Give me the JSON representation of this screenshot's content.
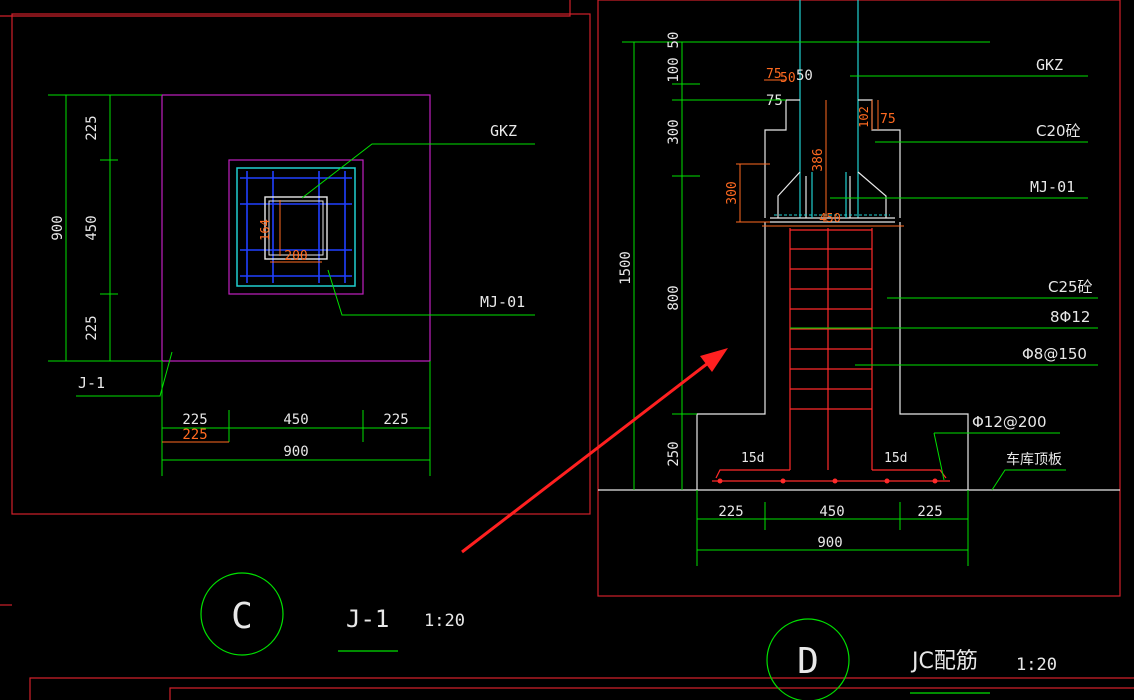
{
  "colors": {
    "frame": "#d0202a",
    "dim": "#00e000",
    "outline": "#e8e8e8",
    "magenta": "#c020c0",
    "cyan": "#20d0d0",
    "blue": "#2040ff",
    "rebar": "#ff2a2a",
    "orange": "#ff6a20",
    "arrow": "#ff2020",
    "text": "#e8e8e8"
  },
  "plan": {
    "labels": {
      "gkz": "GKZ",
      "mj01": "MJ-01",
      "j1": "J-1"
    },
    "left_dims": {
      "total": "900",
      "top": "225",
      "mid": "450",
      "bot": "225"
    },
    "bottom_dims": {
      "a": "225",
      "b": "450",
      "c": "225",
      "total": "900",
      "red": "225"
    },
    "inner_dims": {
      "h": "164",
      "w": "200"
    }
  },
  "section": {
    "labels": {
      "gkz": "GKZ",
      "c20": "C20砼",
      "mj01": "MJ-01",
      "c25": "C25砼",
      "bars": "8Φ12",
      "stirrup": "Φ8@150",
      "bottom_mesh": "Φ12@200",
      "slab": "车库顶板"
    },
    "left_dims": {
      "total": "1500",
      "d50": "50",
      "d100": "100",
      "d300": "300",
      "d800": "800",
      "d250": "250"
    },
    "bottom_dims": {
      "a": "225",
      "b": "450",
      "c": "225",
      "total": "900"
    },
    "red_dims": {
      "d75a": "75",
      "d50": "50",
      "d75b": "75",
      "d300": "300",
      "d386": "386",
      "d102": "102",
      "d75c": "75",
      "d450": "450"
    },
    "hook": {
      "left": "15d",
      "right": "15d"
    }
  },
  "titles": {
    "c": {
      "circle": "C",
      "name": "J-1",
      "scale": "1:20"
    },
    "d": {
      "circle": "D",
      "name": "JC配筋",
      "scale": "1:20"
    }
  }
}
